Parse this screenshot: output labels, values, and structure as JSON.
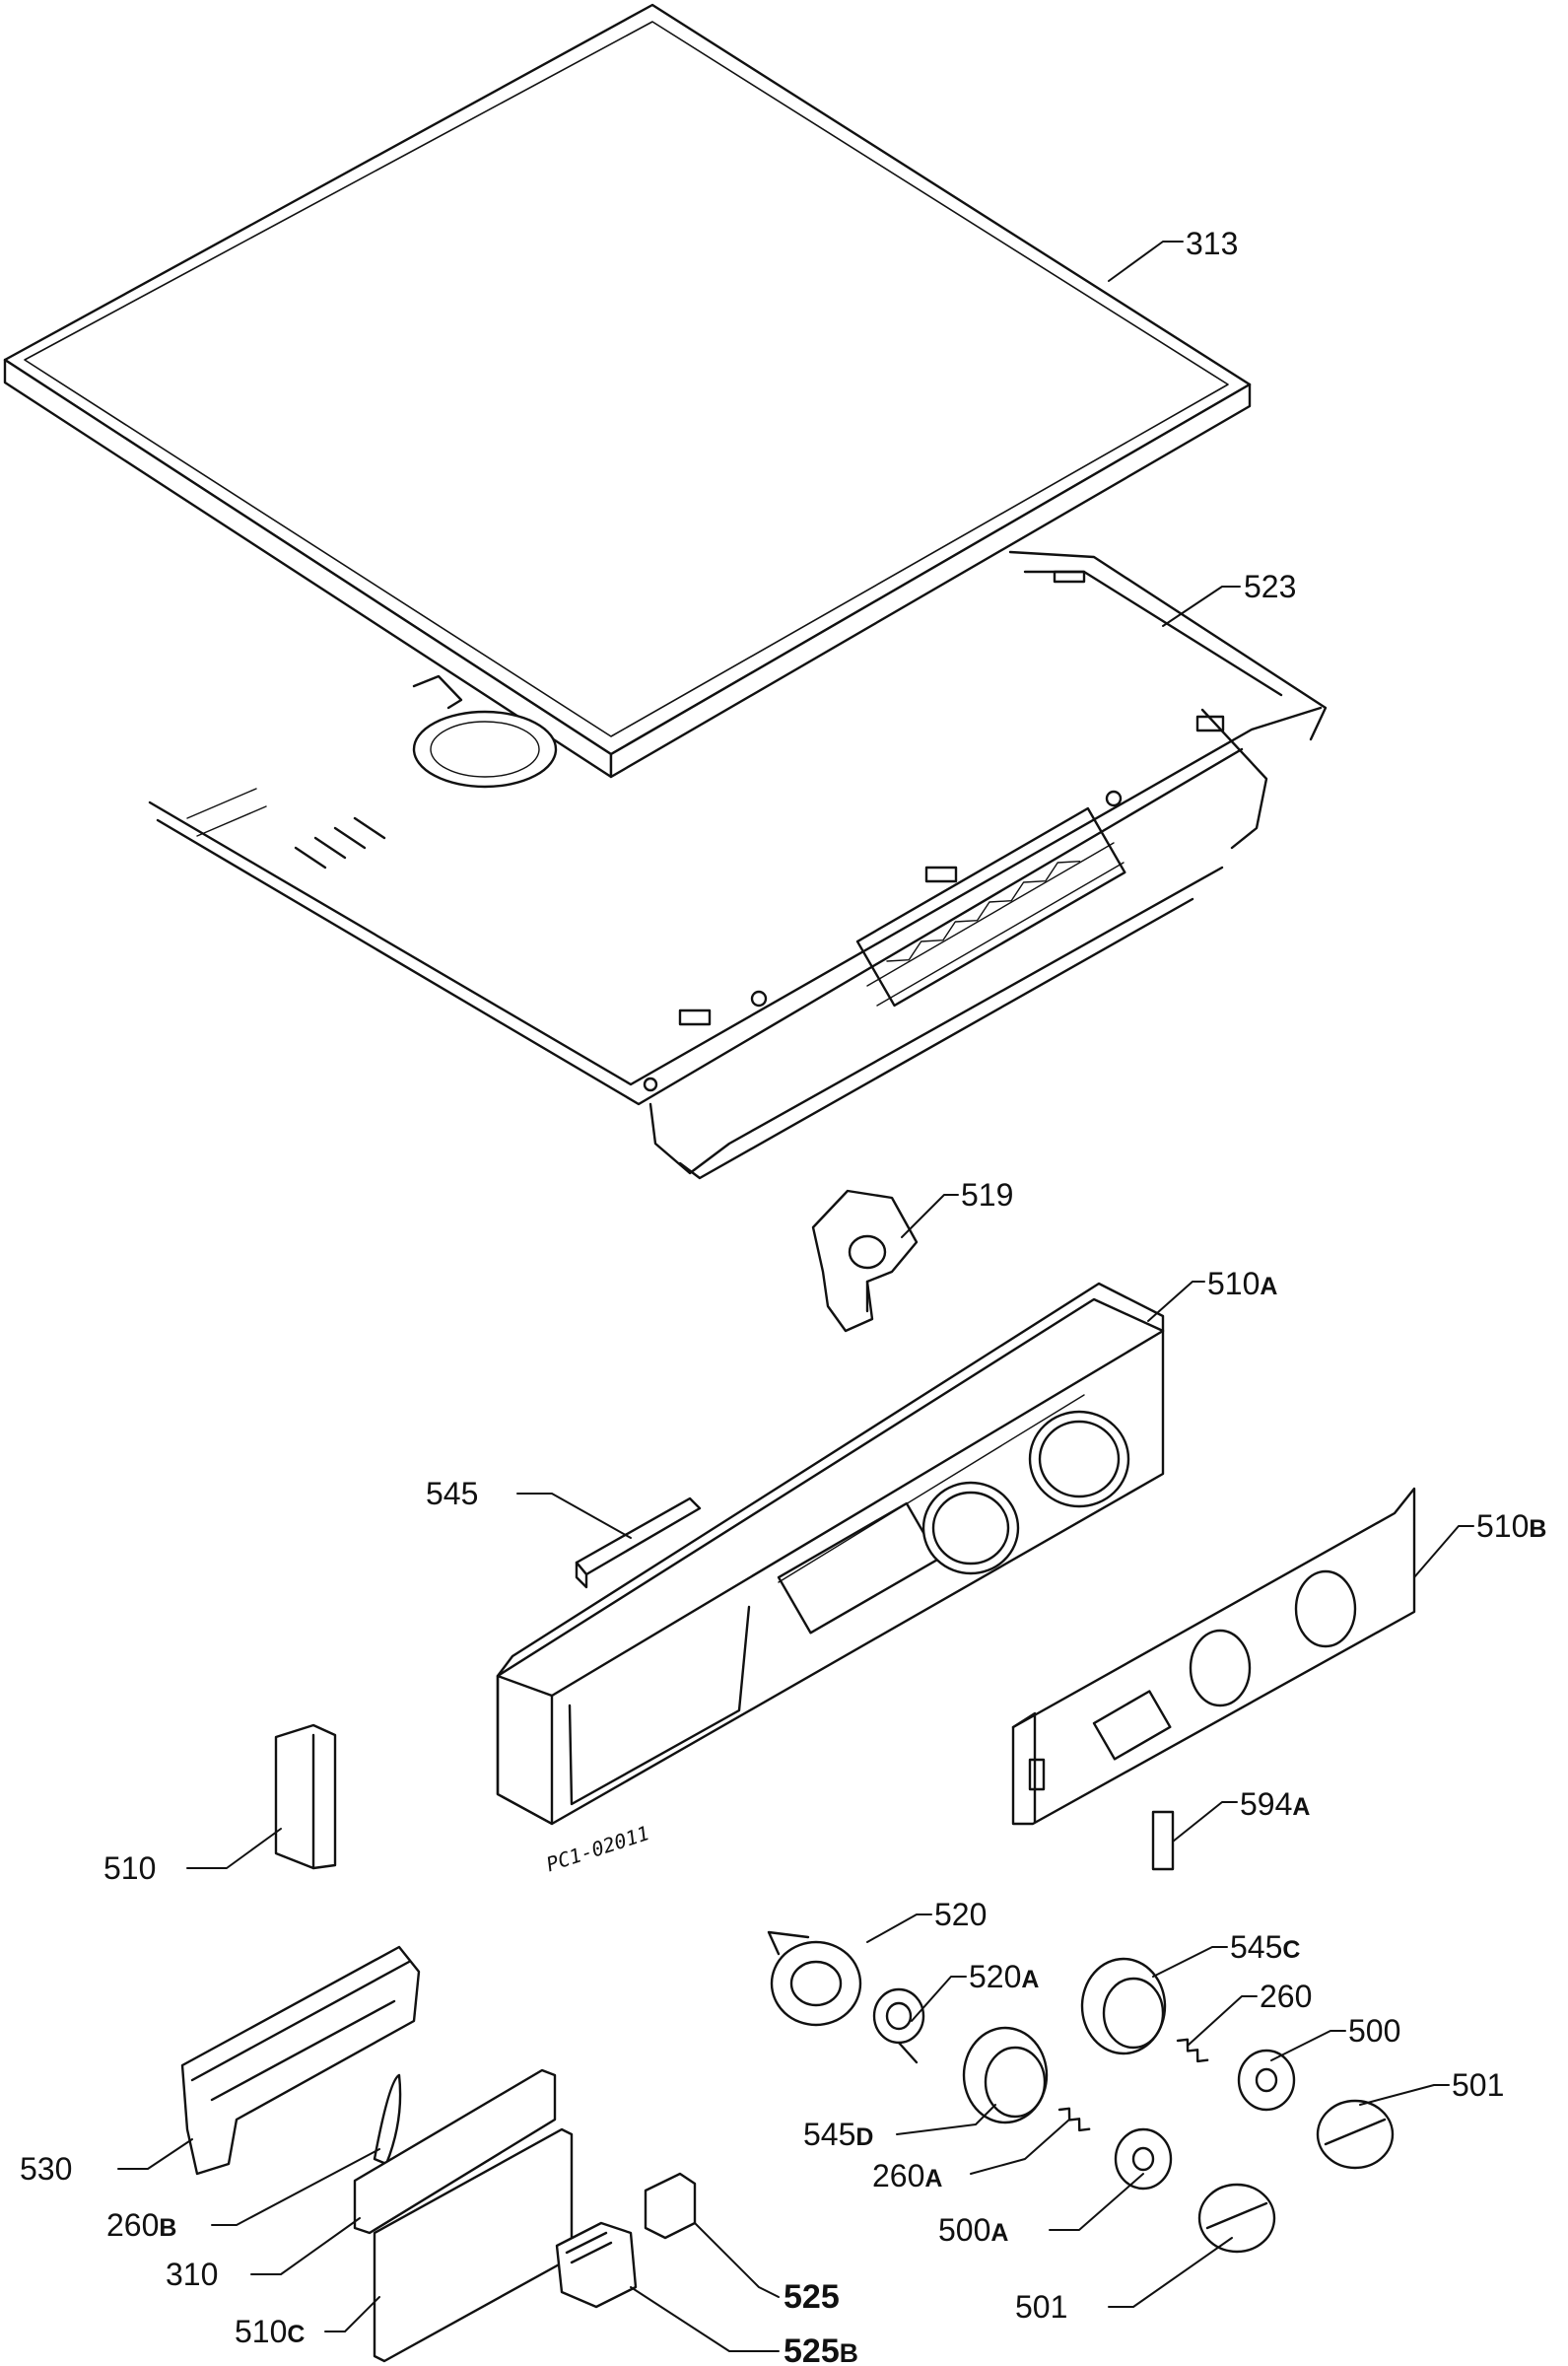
{
  "diagram": {
    "drawing_code": "PC1-02011",
    "callouts": [
      {
        "id": "313",
        "num": "313",
        "sfx": ""
      },
      {
        "id": "523",
        "num": "523",
        "sfx": ""
      },
      {
        "id": "519",
        "num": "519",
        "sfx": ""
      },
      {
        "id": "510A",
        "num": "510",
        "sfx": "A"
      },
      {
        "id": "545",
        "num": "545",
        "sfx": ""
      },
      {
        "id": "510B",
        "num": "510",
        "sfx": "B"
      },
      {
        "id": "510",
        "num": "510",
        "sfx": ""
      },
      {
        "id": "594A",
        "num": "594",
        "sfx": "A"
      },
      {
        "id": "520",
        "num": "520",
        "sfx": ""
      },
      {
        "id": "520A",
        "num": "520",
        "sfx": "A"
      },
      {
        "id": "545C",
        "num": "545",
        "sfx": "C"
      },
      {
        "id": "260",
        "num": "260",
        "sfx": ""
      },
      {
        "id": "500",
        "num": "500",
        "sfx": ""
      },
      {
        "id": "501a",
        "num": "501",
        "sfx": ""
      },
      {
        "id": "530",
        "num": "530",
        "sfx": ""
      },
      {
        "id": "545D",
        "num": "545",
        "sfx": "D"
      },
      {
        "id": "260A",
        "num": "260",
        "sfx": "A"
      },
      {
        "id": "260B",
        "num": "260",
        "sfx": "B"
      },
      {
        "id": "500A",
        "num": "500",
        "sfx": "A"
      },
      {
        "id": "501b",
        "num": "501",
        "sfx": ""
      },
      {
        "id": "310",
        "num": "310",
        "sfx": ""
      },
      {
        "id": "525",
        "num": "525",
        "sfx": ""
      },
      {
        "id": "510C",
        "num": "510",
        "sfx": "C"
      },
      {
        "id": "525B",
        "num": "525",
        "sfx": "B"
      }
    ]
  }
}
